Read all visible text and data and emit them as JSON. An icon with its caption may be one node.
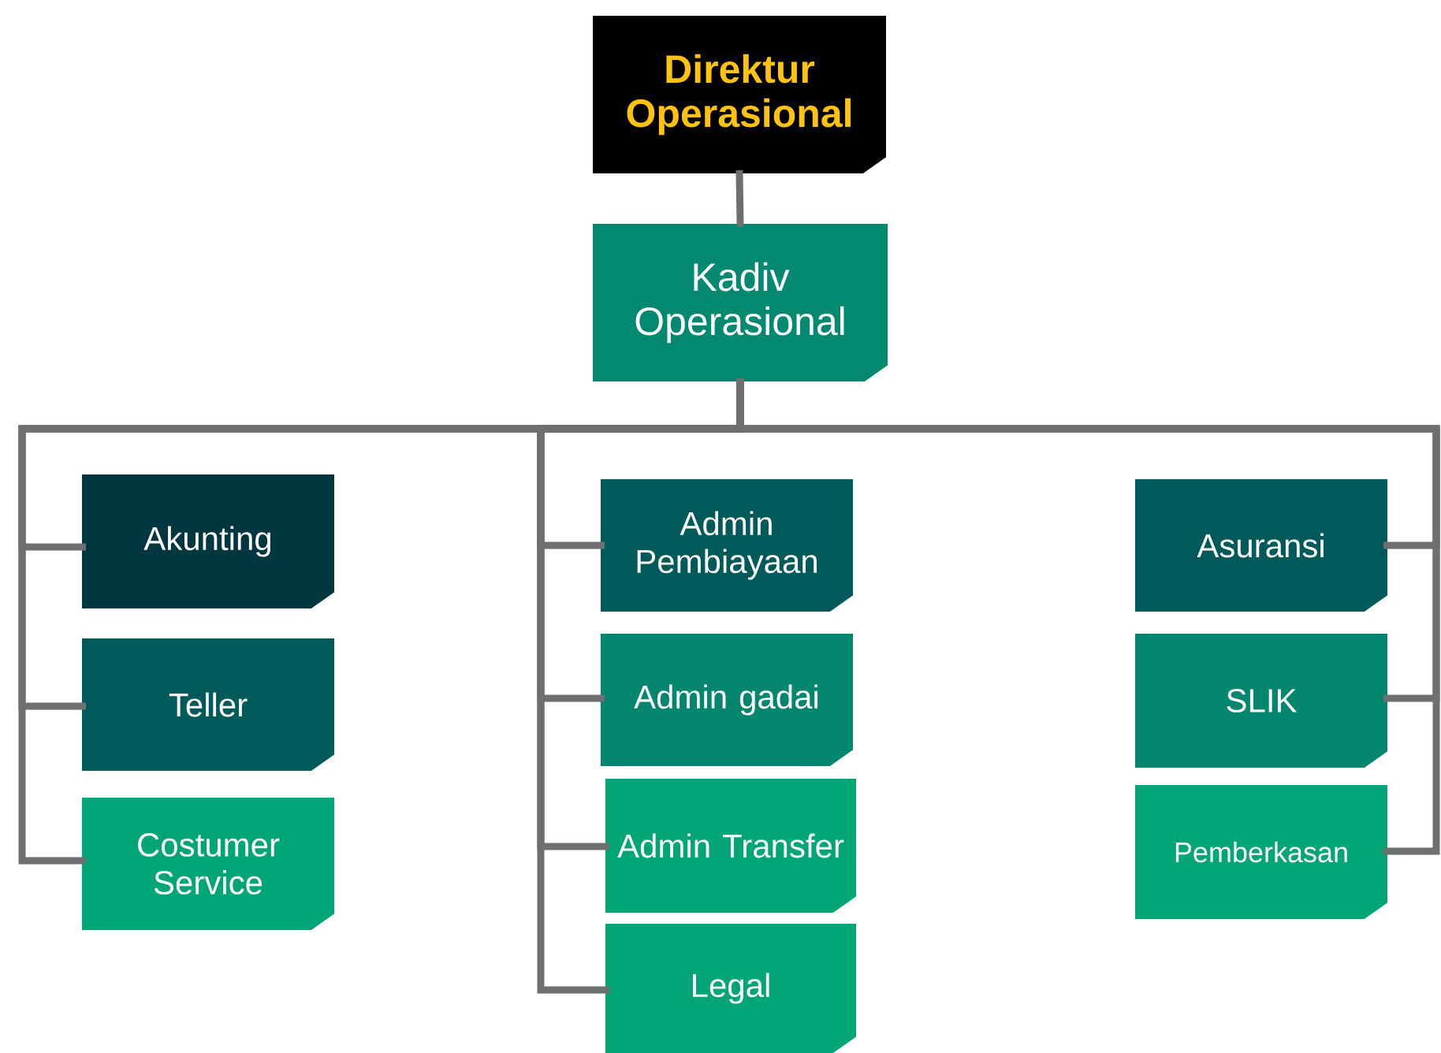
{
  "diagram": {
    "nodes": [
      {
        "text": [
          "Direktur Operasional"
        ]
      },
      {
        "text": [
          "Kadiv Operasional"
        ]
      },
      {
        "text": [
          "Akunting"
        ]
      },
      {
        "text": [
          "Teller"
        ]
      },
      {
        "text": [
          "Costumer Service"
        ]
      },
      {
        "text": [
          "Admin Pembiayaan"
        ]
      },
      {
        "text": [
          "Admin gadai"
        ]
      },
      {
        "text": [
          "Admin Transfer"
        ]
      },
      {
        "text": [
          "Legal"
        ]
      },
      {
        "text": [
          "Asuransi"
        ]
      },
      {
        "text": [
          "SLIK"
        ]
      },
      {
        "text": [
          "Pemberkasan"
        ]
      }
    ],
    "edges": [
      {
        "from": 0,
        "to": 1,
        "arrow": "none"
      },
      {
        "from": 1,
        "to": 2,
        "arrow": "none"
      },
      {
        "from": 1,
        "to": 3,
        "arrow": "none"
      },
      {
        "from": 1,
        "to": 4,
        "arrow": "none"
      },
      {
        "from": 1,
        "to": 5,
        "arrow": "none"
      },
      {
        "from": 1,
        "to": 6,
        "arrow": "none"
      },
      {
        "from": 1,
        "to": 7,
        "arrow": "none"
      },
      {
        "from": 1,
        "to": 8,
        "arrow": "none"
      },
      {
        "from": 1,
        "to": 9,
        "arrow": "none"
      },
      {
        "from": 1,
        "to": 10,
        "arrow": "none"
      },
      {
        "from": 1,
        "to": 11,
        "arrow": "none"
      }
    ]
  }
}
